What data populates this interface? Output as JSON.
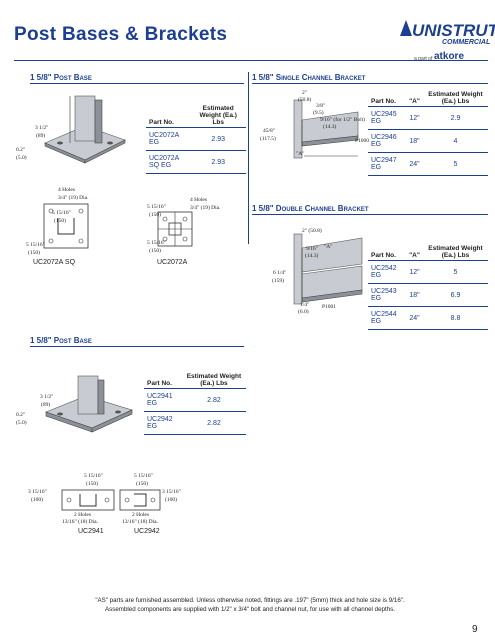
{
  "title": "Post Bases & Brackets",
  "logo": {
    "name": "UNISTRUT",
    "sub": "COMMERCIAL",
    "part_of": "a part of",
    "parent": "atkore"
  },
  "sections": {
    "post_base_1": {
      "heading": "1 5/8\" Post Base",
      "dims": {
        "height": "3 1/2\"",
        "height_mm": "(89)",
        "thick": "0.2\"",
        "thick_mm": "(5.0)"
      },
      "table": {
        "headers": [
          "Part No.",
          "Estimated Weight (Ea.) Lbs"
        ],
        "rows": [
          [
            "UC2072A EG",
            "2.93"
          ],
          [
            "UC2072A SQ EG",
            "2.93"
          ]
        ]
      },
      "plates": [
        {
          "label": "UC2072A SQ",
          "holes": "4 Holes",
          "hole_dia": "3/4\" (19) Dia.",
          "dim_a": "5 15/16\"",
          "dim_a_mm": "(150)",
          "dim_b": "5 15/16\"",
          "dim_b_mm": "(150)"
        },
        {
          "label": "UC2072A",
          "holes": "4 Holes",
          "hole_dia": "3/4\" (19) Dia.",
          "dim_a": "5 15/16\"",
          "dim_a_mm": "(150)",
          "dim_b": "5 15/16\"",
          "dim_b_mm": "(150)"
        }
      ]
    },
    "single_bracket": {
      "heading": "1 5/8\" Single Channel Bracket",
      "dims": {
        "d1": "2\"",
        "d1_mm": "(50.8)",
        "d2": "3/8\"",
        "d2_mm": "(9.5)",
        "d3": "9/16\" (for 1/2\" Bolt)",
        "d3_mm": "(14.3)",
        "h": "45/8\"",
        "h_mm": "(117.5)",
        "a": "\"A\"",
        "fig": "P1000"
      },
      "table": {
        "headers": [
          "Part No.",
          "\"A\"",
          "Estimated Weight (Ea.) Lbs"
        ],
        "rows": [
          [
            "UC2945 EG",
            "12\"",
            "2.9"
          ],
          [
            "UC2946 EG",
            "18\"",
            "4"
          ],
          [
            "UC2947 EG",
            "24\"",
            "5"
          ]
        ]
      }
    },
    "double_bracket": {
      "heading": "1 5/8\" Double Channel Bracket",
      "dims": {
        "d1": "2\" (50.8)",
        "d2": "9/16\"",
        "d2_mm": "(14.3)",
        "a": "\"A\"",
        "h": "6 1/4\"",
        "h_mm": "(159)",
        "t": "1/4\"",
        "t_mm": "(6.0)",
        "fig": "P1001"
      },
      "table": {
        "headers": [
          "Part No.",
          "\"A\"",
          "Estimated Weight (Ea.) Lbs"
        ],
        "rows": [
          [
            "UC2542 EG",
            "12\"",
            "5"
          ],
          [
            "UC2543 EG",
            "18\"",
            "6.9"
          ],
          [
            "UC2544 EG",
            "24\"",
            "8.8"
          ]
        ]
      }
    },
    "post_base_2": {
      "heading": "1 5/8\" Post Base",
      "dims": {
        "height": "3 1/2\"",
        "height_mm": "(89)",
        "thick": "0.2\"",
        "thick_mm": "(5.0)"
      },
      "table": {
        "headers": [
          "Part No.",
          "Estimated Weight (Ea.) Lbs"
        ],
        "rows": [
          [
            "UC2941 EG",
            "2.82"
          ],
          [
            "UC2942 EG",
            "2.82"
          ]
        ]
      },
      "plates": [
        {
          "label": "UC2941",
          "holes": "2 Holes",
          "hole_dia": "13/16\" (18) Dia.",
          "dim_w": "5 15/16\"",
          "dim_w_mm": "(150)",
          "dim_h": "3 15/16\"",
          "dim_h_mm": "(100)"
        },
        {
          "label": "UC2942",
          "holes": "2 Holes",
          "hole_dia": "13/16\" (18) Dia.",
          "dim_w": "5 15/16\"",
          "dim_w_mm": "(150)",
          "dim_h": "3 15/16\"",
          "dim_h_mm": "(100)"
        }
      ]
    }
  },
  "footnote": {
    "line1": "\"AS\" parts are furnished assembled.  Unless otherwise noted, fittings are .197\" (5mm) thick and hole size is 9/16\".",
    "line2": "Assembled components are supplied with 1/2\" x 3/4\" bolt and channel nut, for use with all channel depths."
  },
  "page_number": "9"
}
